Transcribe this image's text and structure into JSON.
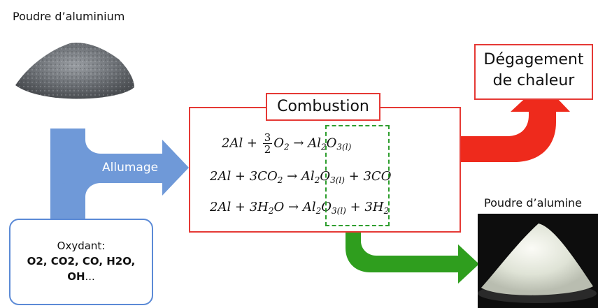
{
  "labels": {
    "poudre_aluminium": "Poudre d’aluminium",
    "allumage": "Allumage",
    "combustion": "Combustion",
    "degagement_line1": "Dégagement",
    "degagement_line2": "de chaleur",
    "poudre_alumine": "Poudre d’alumine"
  },
  "oxydant": {
    "title": "Oxydant:",
    "species_line1": "O2, CO2, CO, H2O,",
    "species_line2": "OH",
    "ellipsis": "..."
  },
  "equations": [
    {
      "lhs": "2Al + ",
      "frac_num": "3",
      "frac_den": "2",
      "oxidant": "O",
      "oxidant_sub": "2",
      "product": "Al",
      "product_sub1": "2",
      "product_mid": "O",
      "product_sub2": "3(l)",
      "rhs_extra": ""
    },
    {
      "lhs": "2Al + 3CO",
      "lhs_sub": "2",
      "product": "Al",
      "product_sub1": "2",
      "product_mid": "O",
      "product_sub2": "3(l)",
      "rhs_extra": "+ 3CO"
    },
    {
      "lhs": "2Al + 3H",
      "lhs_sub": "2",
      "lhs_tail": "O",
      "product": "Al",
      "product_sub1": "2",
      "product_mid": "O",
      "product_sub2": "3(l)",
      "rhs_extra": "+ 3H",
      "rhs_sub": "2"
    }
  ],
  "colors": {
    "allumage_arrow": "#6f99d8",
    "combustion_border": "#e53935",
    "heat_arrow": "#ee2a1c",
    "product_arrow": "#2f9e1e",
    "oxydant_border": "#5b8ad6",
    "dashed_box": "#2e9e2e"
  },
  "images": {
    "aluminium_powder": "grey-powder-pile-image",
    "alumina_powder": "white-powder-pile-image"
  }
}
